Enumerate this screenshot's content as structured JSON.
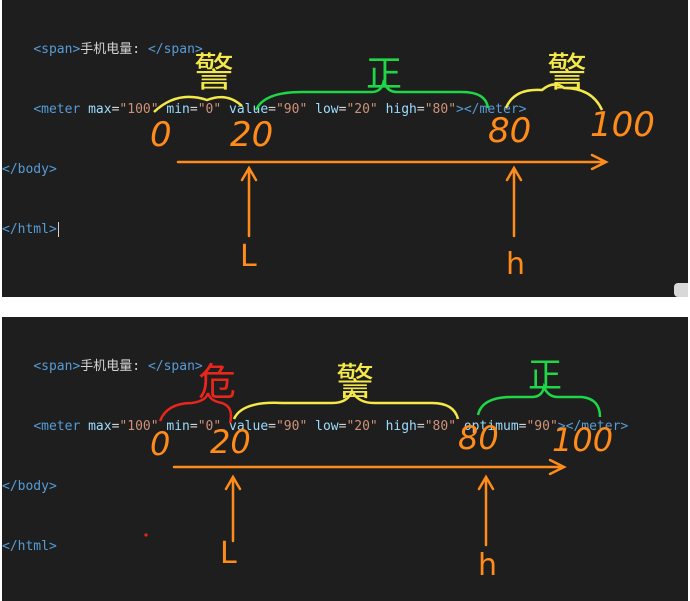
{
  "colors": {
    "background": "#1e1e1e",
    "tag": "#569cd6",
    "attribute": "#9cdcfe",
    "string": "#ce9178",
    "text": "#d4d4d4",
    "ink_orange": "#ff8c1a",
    "ink_yellow": "#f5e94a",
    "ink_green": "#1ed646",
    "ink_red": "#e8261c"
  },
  "top": {
    "code": [
      {
        "indent": "    ",
        "open": "<span>",
        "text": "手机电量: ",
        "close": "</span>"
      },
      {
        "indent": "    ",
        "tag": "<meter",
        "attrs": [
          {
            "name": "max",
            "value": "\"100\""
          },
          {
            "name": "min",
            "value": "\"0\""
          },
          {
            "name": "value",
            "value": "\"90\""
          },
          {
            "name": "low",
            "value": "\"20\""
          },
          {
            "name": "high",
            "value": "\"80\""
          }
        ],
        "end": "></meter>"
      },
      {
        "indent": "",
        "plain": "</body>"
      },
      {
        "indent": "",
        "plain": "</html>"
      }
    ],
    "annotation": {
      "ticks": [
        "0",
        "20",
        "80",
        "100"
      ],
      "zones": [
        "警",
        "正",
        "警"
      ],
      "pointers": [
        "L",
        "h"
      ]
    }
  },
  "bottom": {
    "code": [
      {
        "indent": "    ",
        "open": "<span>",
        "text": "手机电量: ",
        "close": "</span>"
      },
      {
        "indent": "    ",
        "tag": "<meter",
        "attrs": [
          {
            "name": "max",
            "value": "\"100\""
          },
          {
            "name": "min",
            "value": "\"0\""
          },
          {
            "name": "value",
            "value": "\"90\""
          },
          {
            "name": "low",
            "value": "\"20\""
          },
          {
            "name": "high",
            "value": "\"80\""
          },
          {
            "name": "optimum",
            "value": "\"90\""
          }
        ],
        "end": "></meter>"
      },
      {
        "indent": "",
        "plain": "</body>"
      },
      {
        "indent": "",
        "plain": "</html>"
      }
    ],
    "annotation": {
      "ticks": [
        "0",
        "20",
        "80",
        "100"
      ],
      "zones": [
        "危",
        "警",
        "正"
      ],
      "pointers": [
        "L",
        "h"
      ]
    }
  }
}
